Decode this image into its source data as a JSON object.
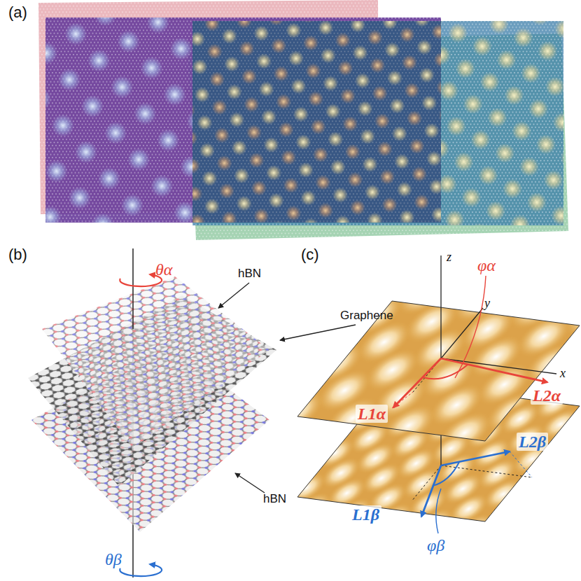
{
  "diagram": {
    "labels": [
      "(a)",
      "(b)",
      "(c)",
      "θα",
      "hBN",
      "Graphene",
      "hBN",
      "θβ",
      "z",
      "y",
      "x",
      "φα",
      "L2α",
      "L1α",
      "L2β",
      "L1β",
      "φβ"
    ]
  }
}
